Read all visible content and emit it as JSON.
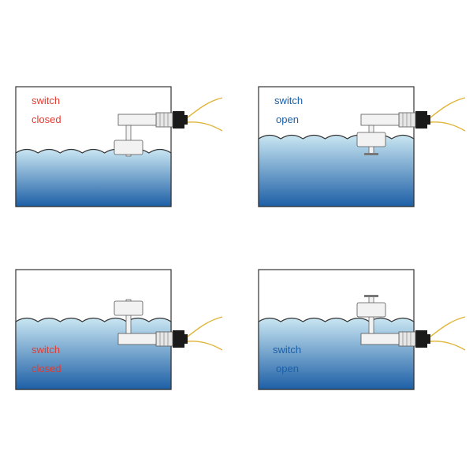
{
  "colors": {
    "closed_text": "#e53a2e",
    "open_text": "#1a5fa8",
    "water_top": "#c9e6f2",
    "water_bottom": "#1d5fa6",
    "tank_border": "#333333",
    "float_fill": "#f2f2f2",
    "fitting_fill": "#e6e6e6",
    "nut_fill": "#1a1a1a",
    "wire": "#e0b437"
  },
  "panels": [
    {
      "id": "top-left",
      "line1": "switch",
      "line2": "closed",
      "state": "closed",
      "mount": "top",
      "water_level": "high",
      "text_color": "closed_text"
    },
    {
      "id": "top-right",
      "line1": "switch",
      "line2": "open",
      "state": "open",
      "mount": "top",
      "water_level": "low",
      "text_color": "open_text"
    },
    {
      "id": "bottom-left",
      "line1": "switch",
      "line2": "closed",
      "state": "closed",
      "mount": "bottom",
      "water_level": "low",
      "text_color": "closed_text"
    },
    {
      "id": "bottom-right",
      "line1": "switch",
      "line2": "open",
      "state": "open",
      "mount": "bottom",
      "water_level": "low",
      "text_color": "open_text"
    }
  ]
}
